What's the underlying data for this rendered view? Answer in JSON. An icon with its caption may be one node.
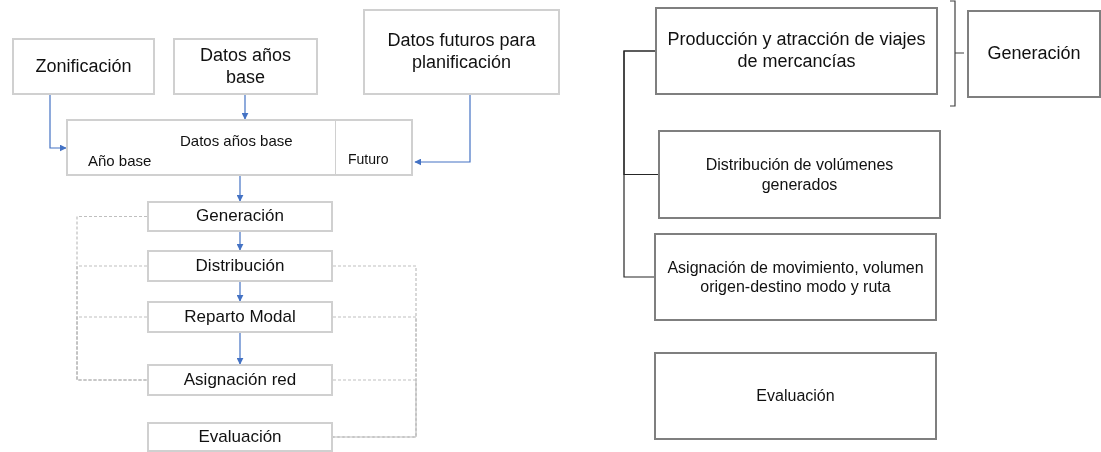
{
  "diagram": {
    "nodes": [
      {
        "text": [
          "Zonificación"
        ]
      },
      {
        "text": [
          "Datos años base"
        ]
      },
      {
        "text": [
          "Datos futuros para planificación"
        ]
      },
      {
        "text": [
          "Datos años base",
          "Año base"
        ]
      },
      {
        "text": [
          "Futuro"
        ],
        "in": 3
      },
      {
        "text": [
          "Generación"
        ]
      },
      {
        "text": [
          "Distribución"
        ]
      },
      {
        "text": [
          "Reparto Modal"
        ]
      },
      {
        "text": [
          "Asignación red"
        ]
      },
      {
        "text": [
          "Evaluación"
        ]
      },
      {
        "text": [
          "Producción y atracción de viajes de mercancías"
        ]
      },
      {
        "text": [
          "Distribución de volúmenes generados"
        ]
      },
      {
        "text": [
          "Asignación de movimiento, volumen origen-destino modo y ruta"
        ]
      },
      {
        "text": [
          "Evaluación"
        ]
      },
      {
        "text": [
          "Generación"
        ]
      }
    ],
    "edges": [
      {
        "from": 0,
        "to": 3,
        "arrow": "to"
      },
      {
        "from": 1,
        "to": 3,
        "arrow": "to"
      },
      {
        "from": 2,
        "to": 4,
        "arrow": "to"
      },
      {
        "from": 3,
        "to": 5,
        "arrow": "to"
      },
      {
        "from": 5,
        "to": 6,
        "arrow": "to"
      },
      {
        "from": 6,
        "to": 7,
        "arrow": "to"
      },
      {
        "from": 7,
        "to": 8,
        "arrow": "to"
      },
      {
        "from": 5,
        "to": 8,
        "arrow": "none",
        "style": "dashed",
        "color": "#bfbfbf"
      },
      {
        "from": 6,
        "to": 8,
        "arrow": "none",
        "style": "dashed",
        "color": "#bfbfbf"
      },
      {
        "from": 7,
        "to": 8,
        "arrow": "none",
        "style": "dashed",
        "color": "#bfbfbf"
      },
      {
        "from": 6,
        "to": 9,
        "arrow": "none",
        "style": "dashed",
        "color": "#bfbfbf"
      },
      {
        "from": 7,
        "to": 9,
        "arrow": "none",
        "style": "dashed",
        "color": "#bfbfbf"
      },
      {
        "from": 8,
        "to": 9,
        "arrow": "none",
        "style": "dashed",
        "color": "#bfbfbf"
      },
      {
        "from": 10,
        "to": 11,
        "arrow": "none",
        "color": "#262626"
      },
      {
        "from": 10,
        "to": 12,
        "arrow": "none",
        "color": "#262626"
      }
    ]
  }
}
